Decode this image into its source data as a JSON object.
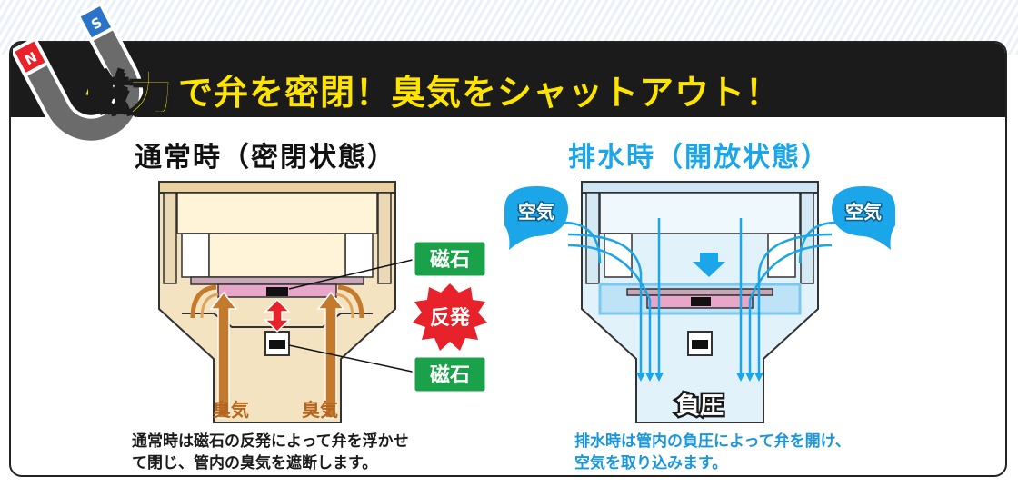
{
  "headline": {
    "key_text": "磁力",
    "rest_text": "で弁を密閉！臭気をシャットアウト！"
  },
  "magnet": {
    "n_label": "N",
    "s_label": "S"
  },
  "left": {
    "title": "通常時（密閉状態）",
    "magnet_label_top": "磁石",
    "magnet_label_bottom": "磁石",
    "repel_label": "反発",
    "odor_label_1": "臭気",
    "odor_label_2": "臭気",
    "caption_line1": "通常時は磁石の反発によって弁を浮かせ",
    "caption_line2": "て閉じ、管内の臭気を遮断します。"
  },
  "right": {
    "title": "排水時（開放状態）",
    "air_label_left": "空気",
    "air_label_right": "空気",
    "pressure_label": "負圧",
    "caption_line1": "排水時は管内の負圧によって弁を開け、",
    "caption_line2": "空気を取り込みます。"
  },
  "colors": {
    "banner_bg": "#1b1b1b",
    "headline": "#ffe400",
    "green_label": "#19a24a",
    "red_burst": "#e8222a",
    "odor_brown": "#b5651d",
    "sky_blue": "#1aa6e8",
    "valve_pink": "#e8a7c8"
  }
}
